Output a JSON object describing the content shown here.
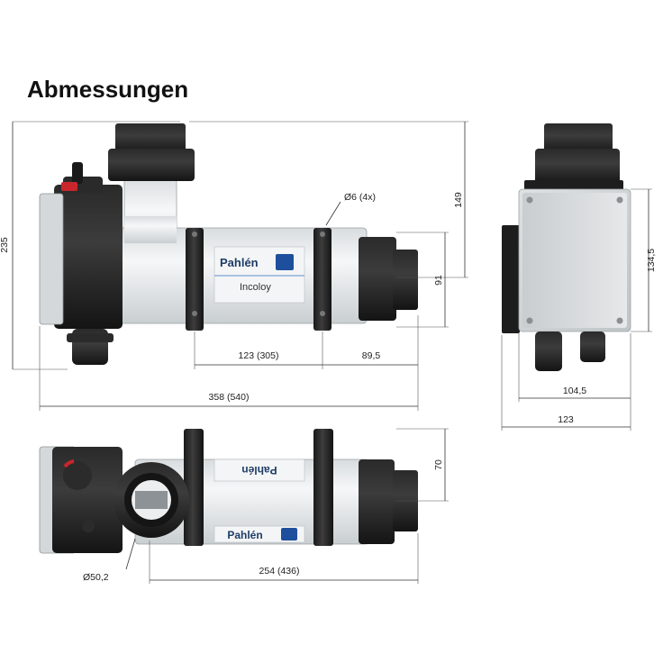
{
  "title": "Abmessungen",
  "brand": {
    "name": "Pahlén",
    "material": "Incoloy",
    "logo_color": "#1d4f9c"
  },
  "dimensions": {
    "height_total": "235",
    "height_upper": "149",
    "height_pipe": "91",
    "hole_spec": "Ø6 (4x)",
    "clamp_spacing": "123 (305)",
    "end_length": "89,5",
    "total_length": "358 (540)",
    "box_height": "134,5",
    "box_width": "104,5",
    "side_width": "123",
    "top_height": "70",
    "pipe_diameter": "Ø50,2",
    "top_length": "254 (436)"
  },
  "colors": {
    "body_white": "#e9ecee",
    "black_parts": "#1c1c1c",
    "box_grey": "#cfd3d4",
    "accent_red": "#c8262b"
  }
}
